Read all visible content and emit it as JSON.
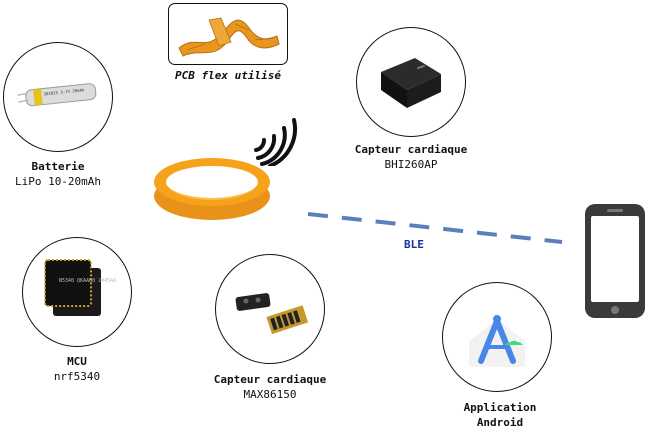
{
  "pcb": {
    "label": "PCB flex utilisé"
  },
  "battery": {
    "title": "Batterie",
    "subtitle": "LiPo 10-20mAh",
    "cell_print": "302025 3.7V 20mAh"
  },
  "bhi": {
    "title": "Capteur cardiaque",
    "subtitle": "BHI260AP"
  },
  "mcu": {
    "title": "MCU",
    "subtitle": "nrf5340",
    "chip_print": "N5340 QKAAD0 2045AA"
  },
  "max": {
    "title": "Capteur cardiaque",
    "subtitle": "MAX86150"
  },
  "app": {
    "title_line1": "Application",
    "title_line2": "Android"
  },
  "link": {
    "label": "BLE"
  },
  "colors": {
    "ring": "#f7a21b",
    "link": "#5b80b9",
    "ble_text": "#1a2fa0",
    "phone": "#3a3a3a",
    "android_blue": "#4a86e8",
    "android_green": "#3ddc84"
  },
  "icons": [
    "ring-icon",
    "wireless-signal-icon",
    "smartphone-icon",
    "android-studio-icon",
    "flex-pcb-image",
    "battery-image",
    "chip-image"
  ]
}
